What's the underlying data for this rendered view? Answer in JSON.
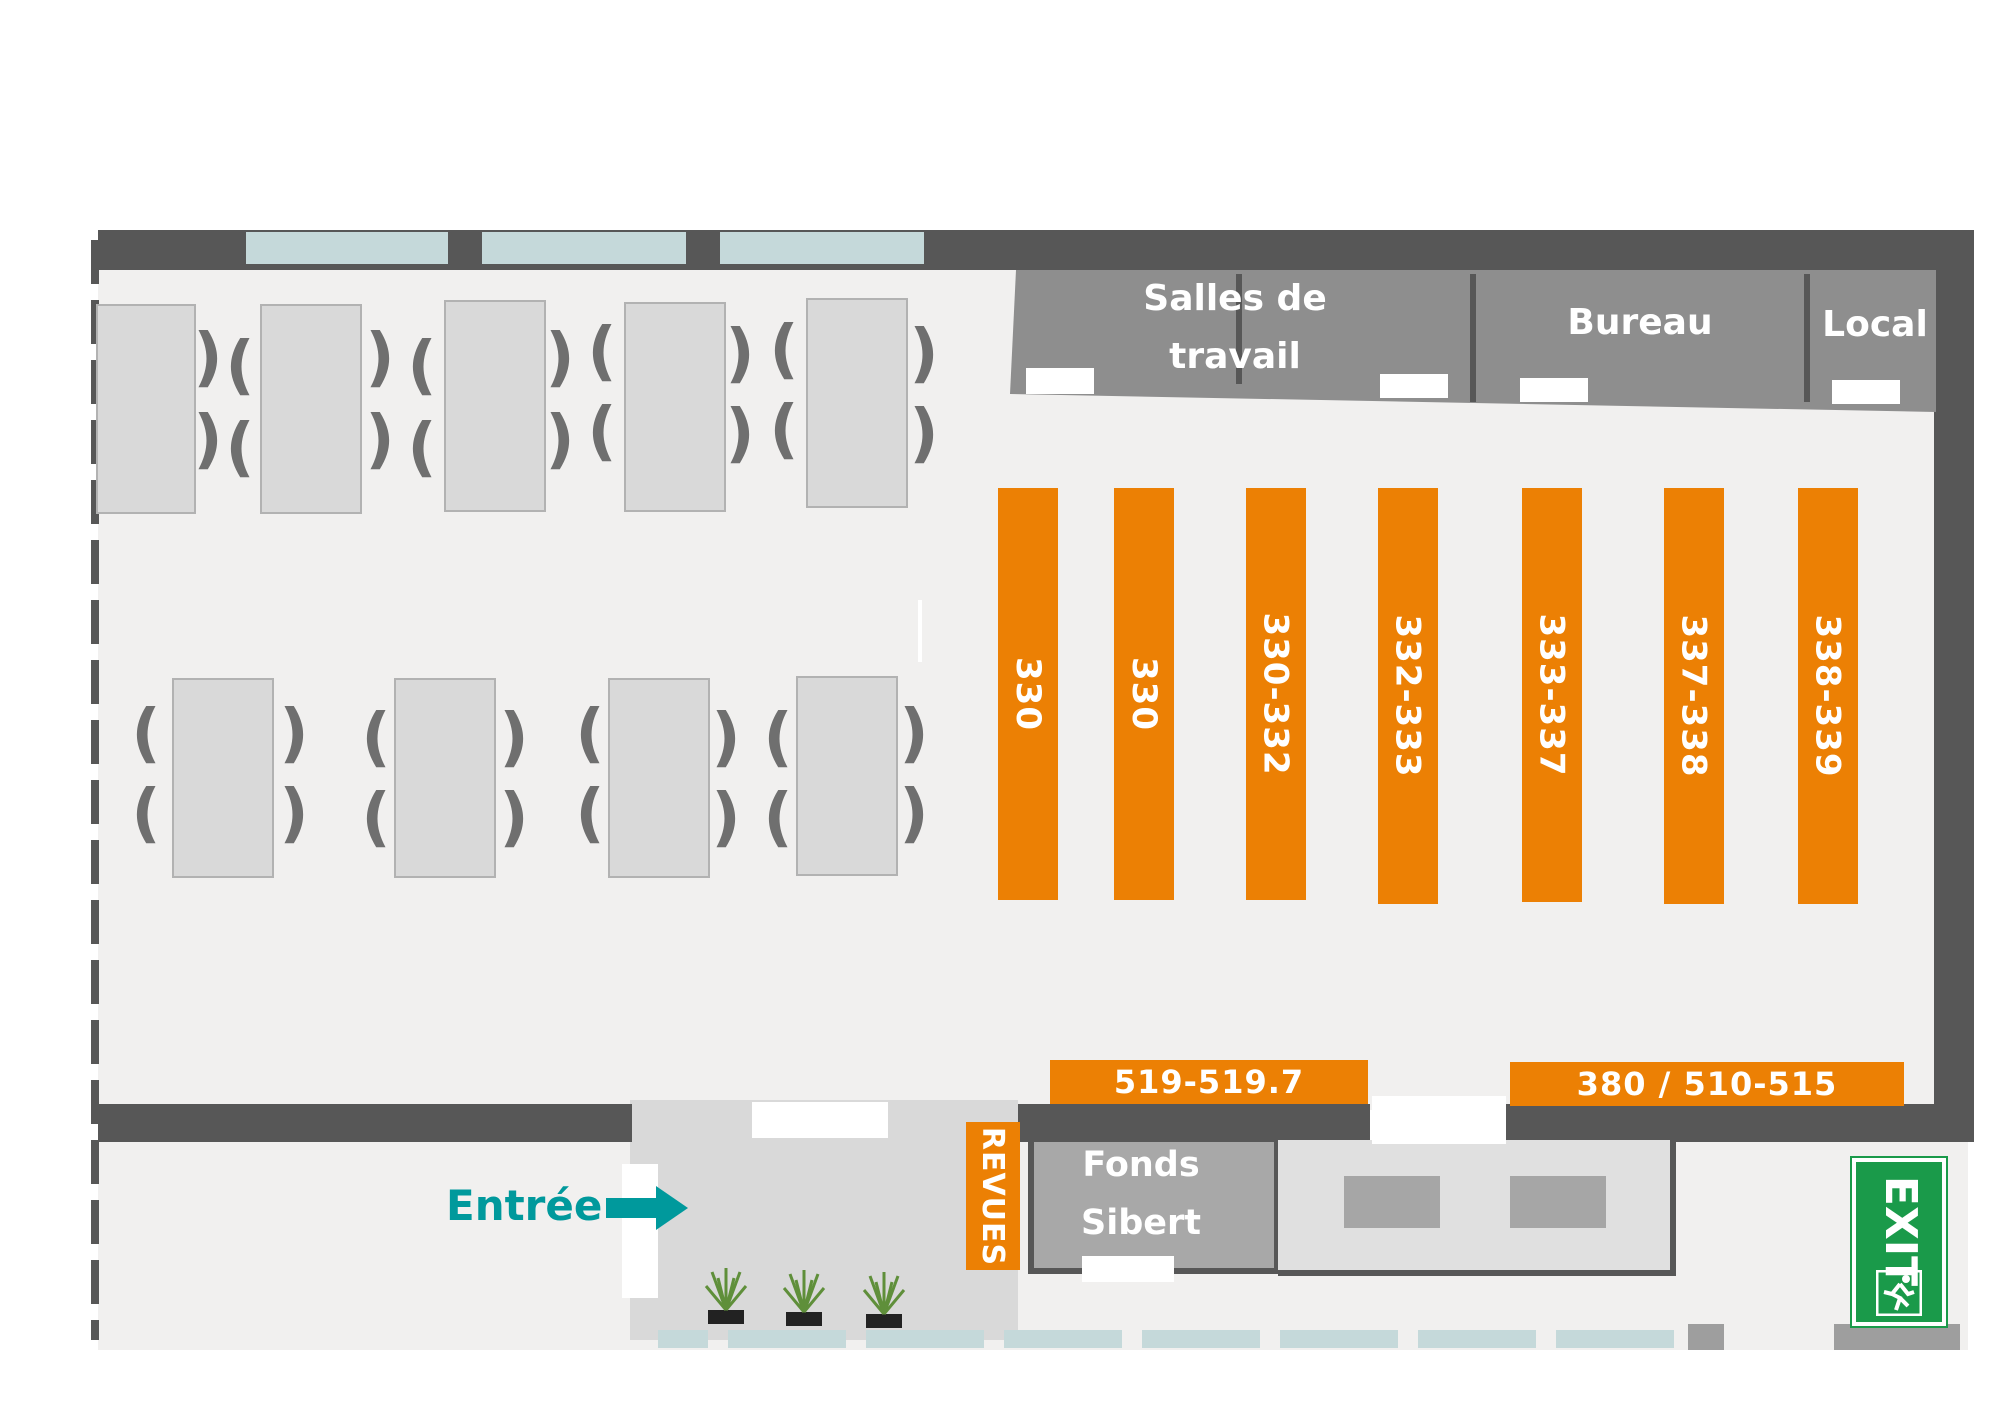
{
  "rooms": {
    "salles_de_travail": "Salles de\ntravail",
    "bureau": "Bureau",
    "local": "Local",
    "fonds_sibert": "Fonds\nSibert"
  },
  "shelves": {
    "vertical": [
      "330",
      "330",
      "330-332",
      "332-333",
      "333-337",
      "337-338",
      "338-339"
    ],
    "horizontal": [
      "519-519.7",
      "380 / 510-515"
    ],
    "revues": "REVUES"
  },
  "entrance": {
    "label": "Entrée"
  },
  "exit_sign": {
    "label": "EXIT"
  },
  "colors": {
    "wall": "#575757",
    "floor": "#f1f0ef",
    "shelf": "#ec8004",
    "room": "#8e8e8e",
    "entrance": "#00999c",
    "exit": "#1a9a4a",
    "window": "#c5d9da"
  },
  "icons": [
    "arrow-right-icon",
    "running-man-icon",
    "plant-icon",
    "chair-icon"
  ]
}
